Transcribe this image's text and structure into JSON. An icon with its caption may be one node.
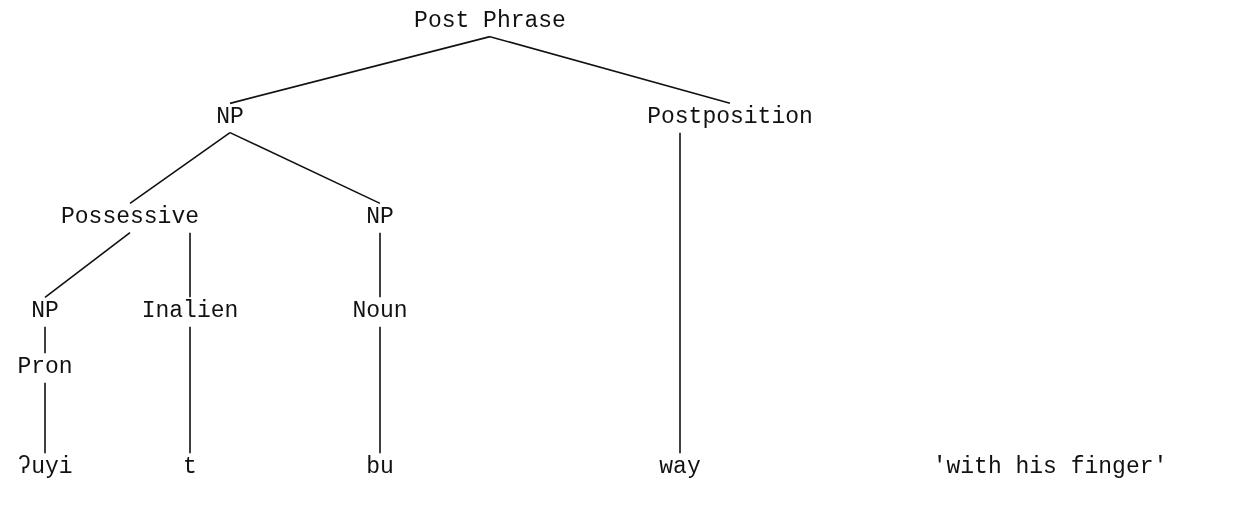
{
  "diagram": {
    "nodes": [
      {
        "text": [
          "Post Phrase"
        ]
      },
      {
        "text": [
          "NP"
        ]
      },
      {
        "text": [
          "Postposition"
        ]
      },
      {
        "text": [
          "Possessive"
        ]
      },
      {
        "text": [
          "NP"
        ]
      },
      {
        "text": [
          "NP"
        ]
      },
      {
        "text": [
          "Inalien"
        ]
      },
      {
        "text": [
          "Noun"
        ]
      },
      {
        "text": [
          "Pron"
        ]
      },
      {
        "text": [
          "ʔuyi"
        ]
      },
      {
        "text": [
          "t"
        ]
      },
      {
        "text": [
          "bu"
        ]
      },
      {
        "text": [
          "way"
        ]
      }
    ],
    "edges": [
      {
        "from": 0,
        "to": 1,
        "arrow": "none"
      },
      {
        "from": 0,
        "to": 2,
        "arrow": "none"
      },
      {
        "from": 1,
        "to": 3,
        "arrow": "none"
      },
      {
        "from": 1,
        "to": 4,
        "arrow": "none"
      },
      {
        "from": 3,
        "to": 5,
        "arrow": "none"
      },
      {
        "from": 3,
        "to": 6,
        "arrow": "none"
      },
      {
        "from": 4,
        "to": 7,
        "arrow": "none"
      },
      {
        "from": 5,
        "to": 8,
        "arrow": "none"
      },
      {
        "from": 8,
        "to": 9,
        "arrow": "none"
      },
      {
        "from": 6,
        "to": 10,
        "arrow": "none"
      },
      {
        "from": 7,
        "to": 11,
        "arrow": "none"
      },
      {
        "from": 2,
        "to": 12,
        "arrow": "none"
      }
    ],
    "labels": [
      "'with his finger'"
    ]
  }
}
